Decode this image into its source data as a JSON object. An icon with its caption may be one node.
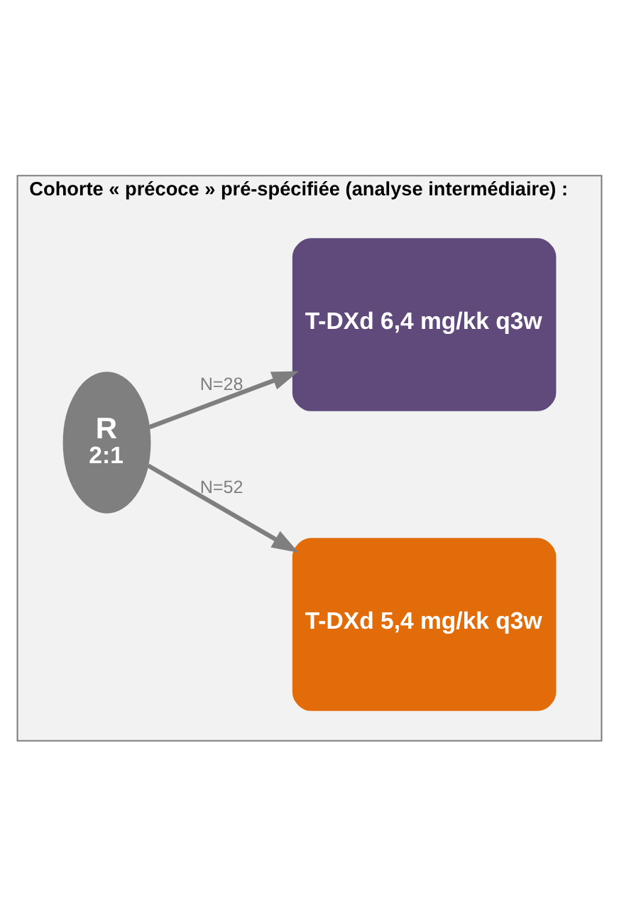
{
  "diagram": {
    "nodes": [
      {
        "text": [
          "Cohorte « précoce » pré-spécifiée (analyse intermédiaire) :"
        ]
      },
      {
        "text": [
          "T-DXd 5,4 mg/kk q3w"
        ],
        "in": 0
      },
      {
        "text": [
          "R",
          "2:1"
        ],
        "in": 0
      },
      {
        "text": [
          "T-DXd 6,4 mg/kk q3w"
        ],
        "in": 0
      }
    ],
    "edges": [
      {
        "from": 2,
        "to": 1,
        "arrow": "to",
        "label": "N=52"
      },
      {
        "from": 2,
        "to": 3,
        "arrow": "to",
        "label": "N=28"
      }
    ]
  }
}
